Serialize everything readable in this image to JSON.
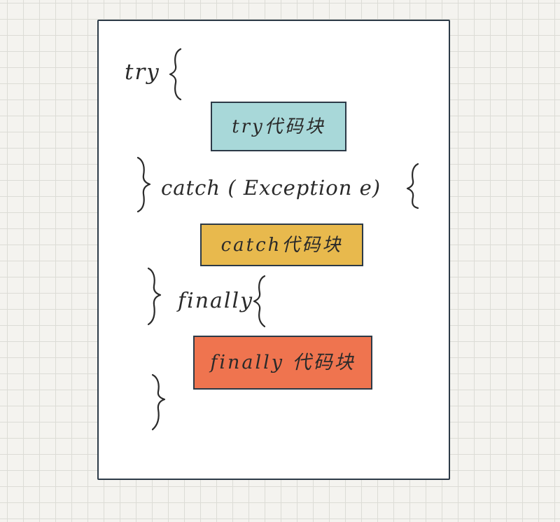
{
  "code_sheet": {
    "try_keyword": "try",
    "try_block": {
      "label": "try代码块",
      "color": "#a8d8d9"
    },
    "catch_line": "catch ( Exception e)",
    "catch_block": {
      "label": "catch代码块",
      "color": "#e8b94d"
    },
    "finally_keyword": "finally",
    "finally_block": {
      "label": "finally 代码块",
      "color": "#ef744f"
    }
  }
}
